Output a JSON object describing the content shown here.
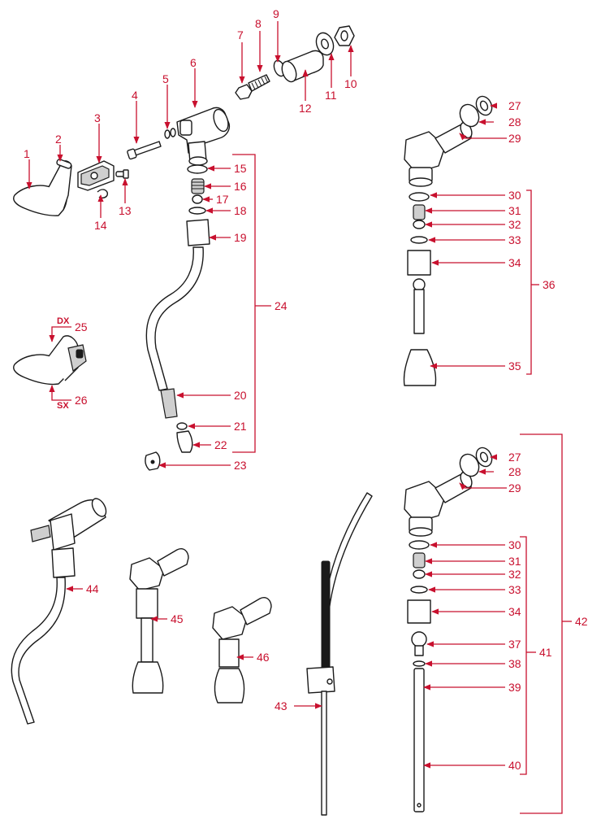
{
  "labels": {
    "p1": "1",
    "p2": "2",
    "p3": "3",
    "p4": "4",
    "p5": "5",
    "p6": "6",
    "p7": "7",
    "p8": "8",
    "p9": "9",
    "p10": "10",
    "p11": "11",
    "p12": "12",
    "p13": "13",
    "p14": "14",
    "p15": "15",
    "p16": "16",
    "p17": "17",
    "p18": "18",
    "p19": "19",
    "p20": "20",
    "p21": "21",
    "p22": "22",
    "p23": "23",
    "p24": "24",
    "p25": "25",
    "p26": "26",
    "p27a": "27",
    "p28a": "28",
    "p29a": "29",
    "p30a": "30",
    "p31a": "31",
    "p32a": "32",
    "p33a": "33",
    "p34a": "34",
    "p35": "35",
    "p36": "36",
    "p27b": "27",
    "p28b": "28",
    "p29b": "29",
    "p30b": "30",
    "p31b": "31",
    "p32b": "32",
    "p33b": "33",
    "p34b": "34",
    "p37": "37",
    "p38": "38",
    "p39": "39",
    "p40": "40",
    "p41": "41",
    "p42": "42",
    "p43": "43",
    "p44": "44",
    "p45": "45",
    "p46": "46",
    "dx": "DX",
    "sx": "SX"
  },
  "colors": {
    "callout": "#c8102e",
    "outline": "#1a1a1a"
  }
}
